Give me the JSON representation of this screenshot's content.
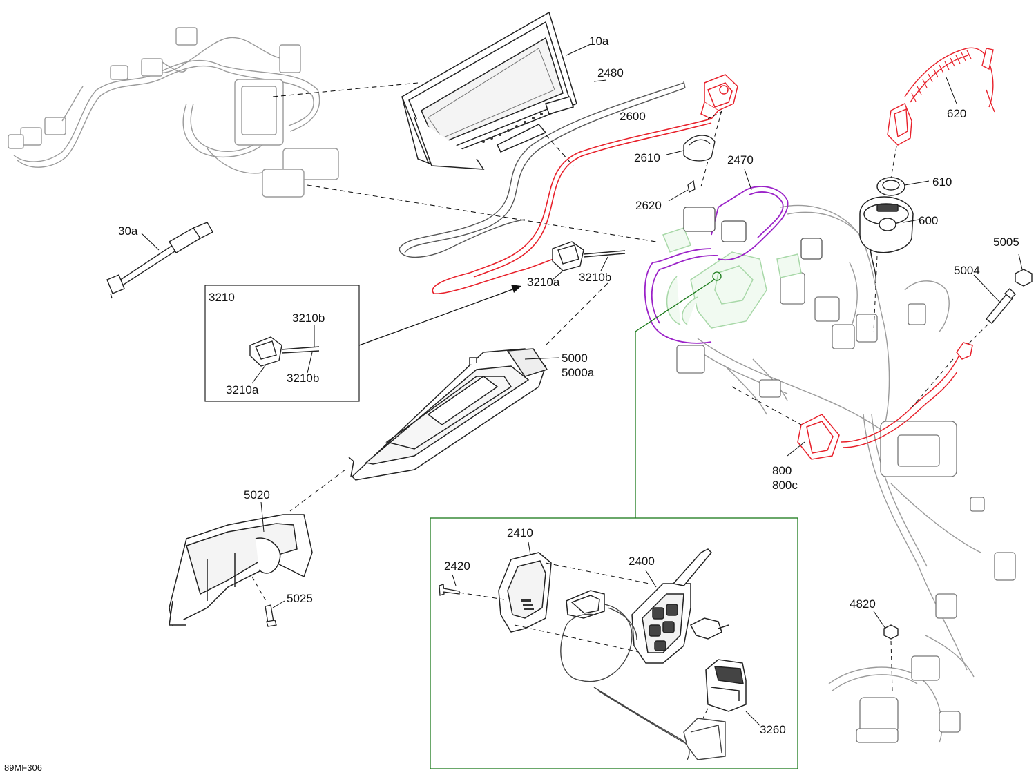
{
  "diagram_code": "89MF306",
  "inset_3210": {
    "title": "3210",
    "labels": {
      "b_top": "3210b",
      "b_bottom": "3210b",
      "a": "3210a"
    }
  },
  "labels": {
    "p10a": "10a",
    "p2480": "2480",
    "p2600": "2600",
    "p2610": "2610",
    "p2620": "2620",
    "p2470": "2470",
    "p620": "620",
    "p610": "610",
    "p600": "600",
    "p5005": "5005",
    "p5004": "5004",
    "p30a": "30a",
    "p3210a": "3210a",
    "p3210b": "3210b",
    "p5000": "5000\n5000a",
    "p800": "800\n800c",
    "p5020": "5020",
    "p5025": "5025",
    "p2410": "2410",
    "p2400": "2400",
    "p2420": "2420",
    "p4820": "4820",
    "p3260": "3260"
  },
  "colors": {
    "outline": "#3a3a3a",
    "light_outline": "#9a9a9a",
    "highlight_red": "#e8202a",
    "highlight_purple": "#9b22c8",
    "highlight_green": "#1a7a1a",
    "ghost_green": "#a8d8a8"
  }
}
